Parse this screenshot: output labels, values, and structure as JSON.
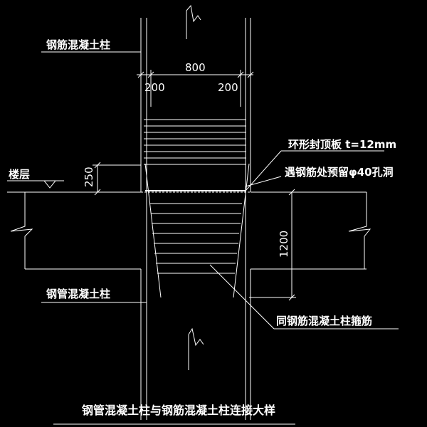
{
  "labels": {
    "rc_column": "钢筋混凝土柱",
    "floor": "楼层",
    "steel_tube_column": "钢管混凝土柱",
    "ring_plate": "环形封顶板 t=12mm",
    "hole_note": "遇钢筋处预留φ40孔洞",
    "stirrup_note": "同钢筋混凝土柱箍筋",
    "title": "钢管混凝土柱与钢筋混凝土柱连接大样"
  },
  "dimensions": {
    "total_width": "800",
    "left_offset": "200",
    "right_offset": "200",
    "plate_height": "250",
    "embed_depth": "1200"
  },
  "colors": {
    "background": "#000000",
    "line": "#ffffff"
  }
}
